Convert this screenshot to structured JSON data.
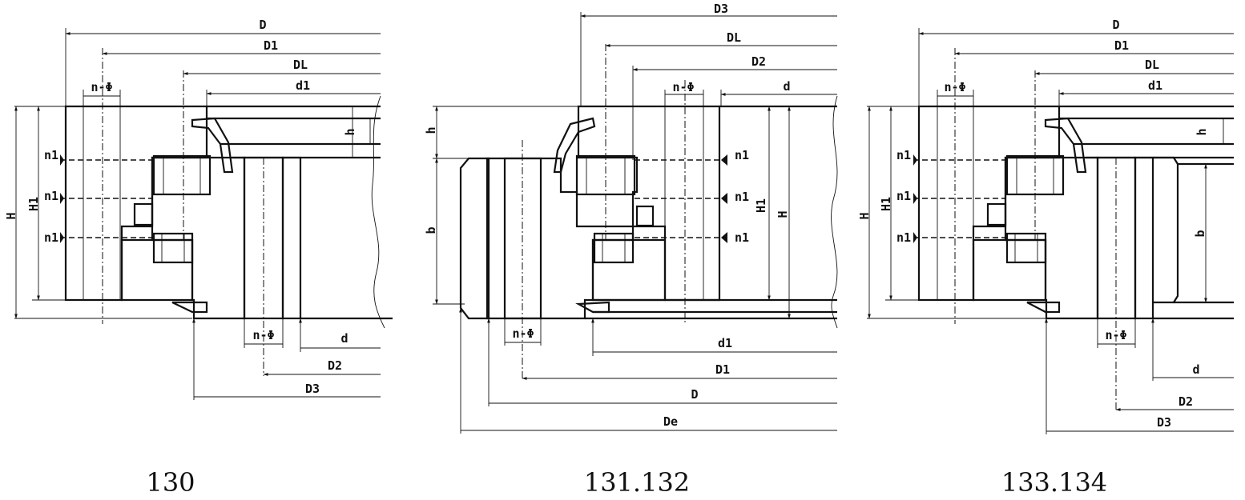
{
  "drawings": [
    {
      "caption": "130",
      "labels": {
        "D": "D",
        "D1": "D1",
        "DL": "DL",
        "d1": "d1",
        "nPhi_top": "n-Φ",
        "h": "h",
        "H": "H",
        "H1": "H1",
        "n1_a": "n1",
        "n1_b": "n1",
        "n1_c": "n1",
        "nPhi_bottom": "n-Φ",
        "d": "d",
        "D2": "D2",
        "D3": "D3"
      }
    },
    {
      "caption": "131.132",
      "labels": {
        "D3": "D3",
        "DL": "DL",
        "D2": "D2",
        "d": "d",
        "nPhi_top": "n-Φ",
        "h": "h",
        "b": "b",
        "H1": "H1",
        "H": "H",
        "n1_a": "n1",
        "n1_b": "n1",
        "n1_c": "n1",
        "nPhi_bottom": "n-Φ",
        "d1": "d1",
        "D1": "D1",
        "D": "D",
        "De": "De"
      }
    },
    {
      "caption": "133.134",
      "labels": {
        "D": "D",
        "D1": "D1",
        "DL": "DL",
        "d1": "d1",
        "nPhi_top": "n-Φ",
        "h": "h",
        "b": "b",
        "H": "H",
        "H1": "H1",
        "n1_a": "n1",
        "n1_b": "n1",
        "n1_c": "n1",
        "nPhi_bottom": "n-Φ",
        "d": "d",
        "D2": "D2",
        "D3": "D3"
      }
    }
  ]
}
